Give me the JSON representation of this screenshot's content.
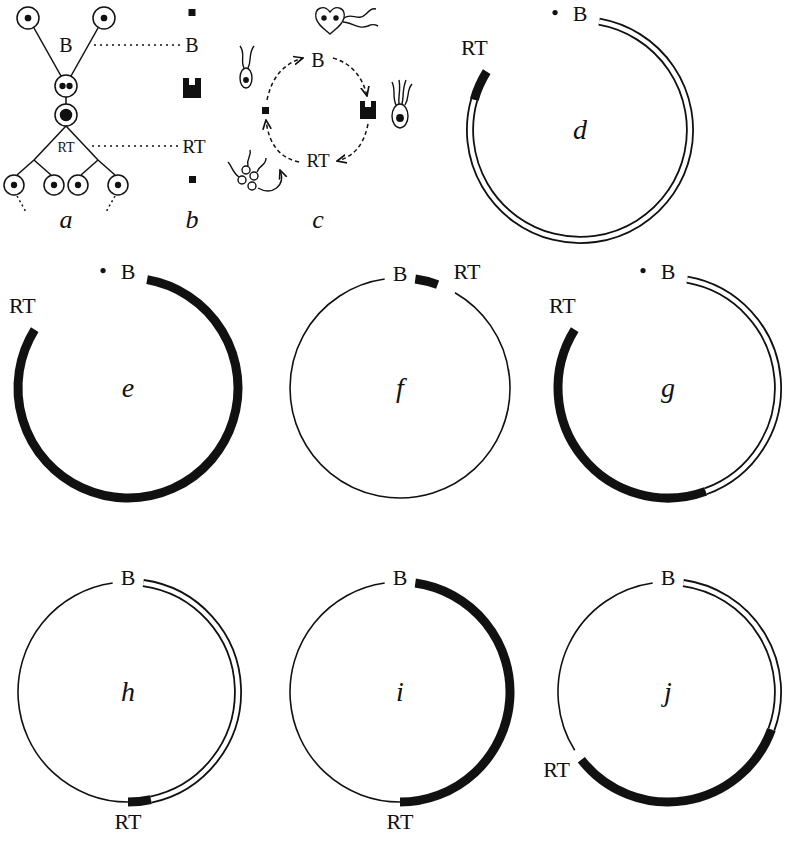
{
  "diagram": {
    "nodes": [
      {
        "text": [
          "d"
        ]
      },
      {
        "text": [
          "e"
        ]
      },
      {
        "text": [
          "f"
        ]
      },
      {
        "text": [
          "g"
        ]
      },
      {
        "text": [
          "h"
        ]
      },
      {
        "text": [
          "i"
        ]
      },
      {
        "text": [
          "j"
        ]
      }
    ],
    "labels": [
      "B",
      "B",
      "RT",
      "RT",
      "a",
      "b",
      "c",
      "B",
      "RT",
      "RT",
      "B",
      "RT",
      "B",
      "B",
      "RT",
      "RT",
      "B",
      "B",
      "RT",
      "B",
      "RT",
      "B",
      "RT"
    ]
  }
}
